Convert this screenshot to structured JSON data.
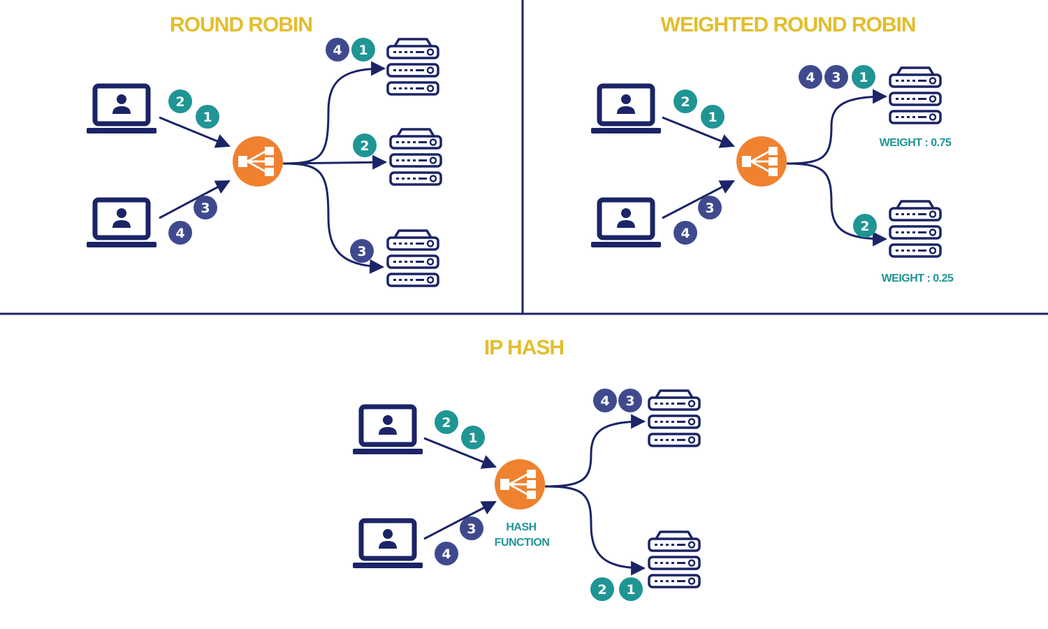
{
  "colors": {
    "navy": "#1b2466",
    "orange": "#f0812f",
    "title_gold": "#e3bd2c",
    "teal": "#1f9594",
    "indigo": "#3f4a8e"
  },
  "icons": {
    "client": "laptop-user-icon",
    "load_balancer": "load-balancer-icon",
    "server": "server-rack-icon"
  },
  "panels": {
    "round_robin": {
      "title": "ROUND ROBIN",
      "client_badges": [
        "2",
        "1",
        "3",
        "4"
      ],
      "server_badges": [
        "4",
        "1",
        "2",
        "3"
      ]
    },
    "weighted_round_robin": {
      "title": "WEIGHTED ROUND ROBIN",
      "client_badges": [
        "2",
        "1",
        "3",
        "4"
      ],
      "server_badges": [
        "4",
        "3",
        "1",
        "2"
      ],
      "weight_top": "WEIGHT : 0.75",
      "weight_bottom": "WEIGHT : 0.25"
    },
    "ip_hash": {
      "title": "IP HASH",
      "client_badges": [
        "2",
        "1",
        "3",
        "4"
      ],
      "server_badges": [
        "4",
        "3",
        "2",
        "1"
      ],
      "hash_line1": "HASH",
      "hash_line2": "FUNCTION"
    }
  }
}
